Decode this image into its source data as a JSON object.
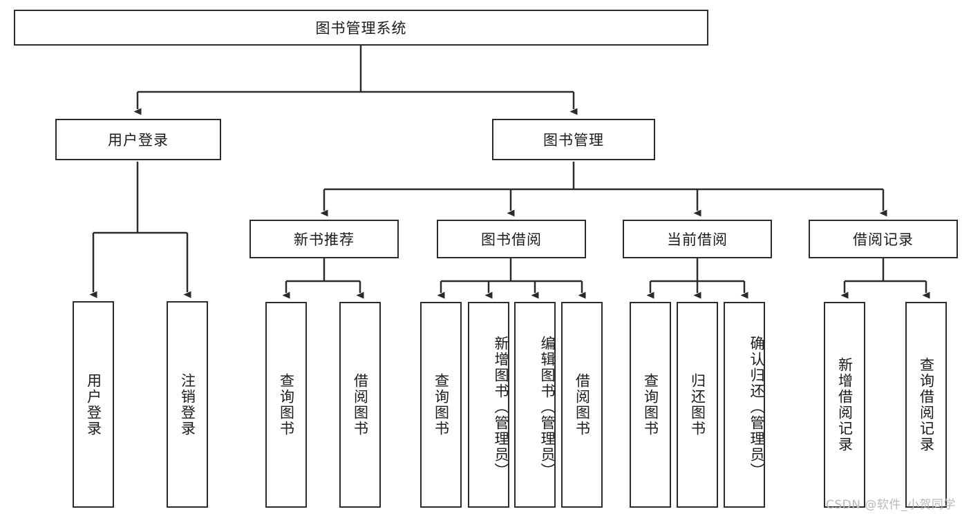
{
  "diagram": {
    "type": "tree-hierarchy",
    "title": "图书管理系统",
    "watermark": "CSDN @软件_小贺同学",
    "colors": {
      "box_border": "#2b2b2b",
      "box_fill": "#ffffff",
      "connector": "#2b2b2b",
      "background": "#ffffff",
      "watermark": "#b9b9b9"
    },
    "levels": {
      "root": {
        "label": "图书管理系统"
      },
      "level2": [
        {
          "label": "用户登录"
        },
        {
          "label": "图书管理"
        }
      ],
      "level3": [
        {
          "label": "新书推荐"
        },
        {
          "label": "图书借阅"
        },
        {
          "label": "当前借阅"
        },
        {
          "label": "借阅记录"
        }
      ],
      "leaves": [
        {
          "label": "用户登录",
          "parent": "用户登录"
        },
        {
          "label": "注销登录",
          "parent": "用户登录"
        },
        {
          "label": "查询图书",
          "parent": "新书推荐"
        },
        {
          "label": "借阅图书",
          "parent": "新书推荐"
        },
        {
          "label": "查询图书",
          "parent": "图书借阅"
        },
        {
          "label": "新增图书（管理员）",
          "parent": "图书借阅"
        },
        {
          "label": "编辑图书（管理员）",
          "parent": "图书借阅"
        },
        {
          "label": "借阅图书",
          "parent": "图书借阅"
        },
        {
          "label": "查询图书",
          "parent": "当前借阅"
        },
        {
          "label": "归还图书",
          "parent": "当前借阅"
        },
        {
          "label": "确认归还（管理员）",
          "parent": "当前借阅"
        },
        {
          "label": "新增借阅记录",
          "parent": "借阅记录"
        },
        {
          "label": "查询借阅记录",
          "parent": "借阅记录"
        }
      ]
    }
  }
}
